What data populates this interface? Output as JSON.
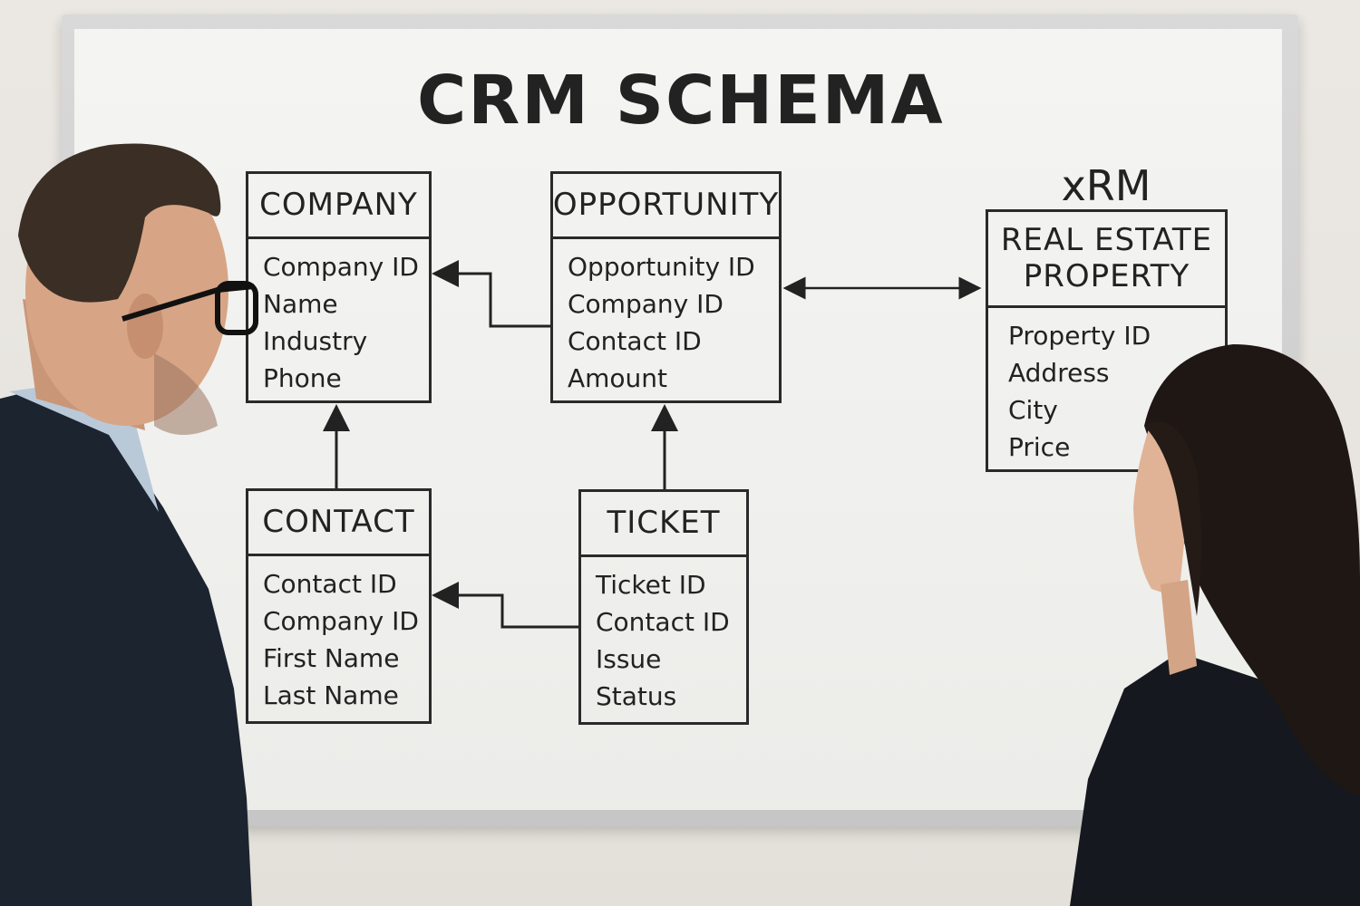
{
  "board": {
    "title": "CRM  SCHEMA",
    "xrm_label": "xRM"
  },
  "entities": {
    "company": {
      "name": "COMPANY",
      "fields": [
        "Company ID",
        "Name",
        "Industry",
        "Phone"
      ]
    },
    "opportunity": {
      "name": "OPPORTUNITY",
      "fields": [
        "Opportunity ID",
        "Company ID",
        "Contact ID",
        "Amount"
      ]
    },
    "real_estate_property": {
      "name": "REAL ESTATE\nPROPERTY",
      "fields": [
        "Property ID",
        "Address",
        "City",
        "Price"
      ]
    },
    "contact": {
      "name": "CONTACT",
      "fields": [
        "Contact ID",
        "Company ID",
        "First Name",
        "Last Name"
      ]
    },
    "ticket": {
      "name": "TICKET",
      "fields": [
        "Ticket ID",
        "Contact ID",
        "Issue",
        "Status"
      ]
    }
  },
  "colors": {
    "wall": "#e9e6e1",
    "whiteboard": "#f1f1ef",
    "frame": "#cfcfcf",
    "ink": "#222222",
    "suit": "#1c2430",
    "hair_man": "#3a2e25",
    "hair_woman": "#1e1714",
    "skin": "#d9a88a"
  }
}
